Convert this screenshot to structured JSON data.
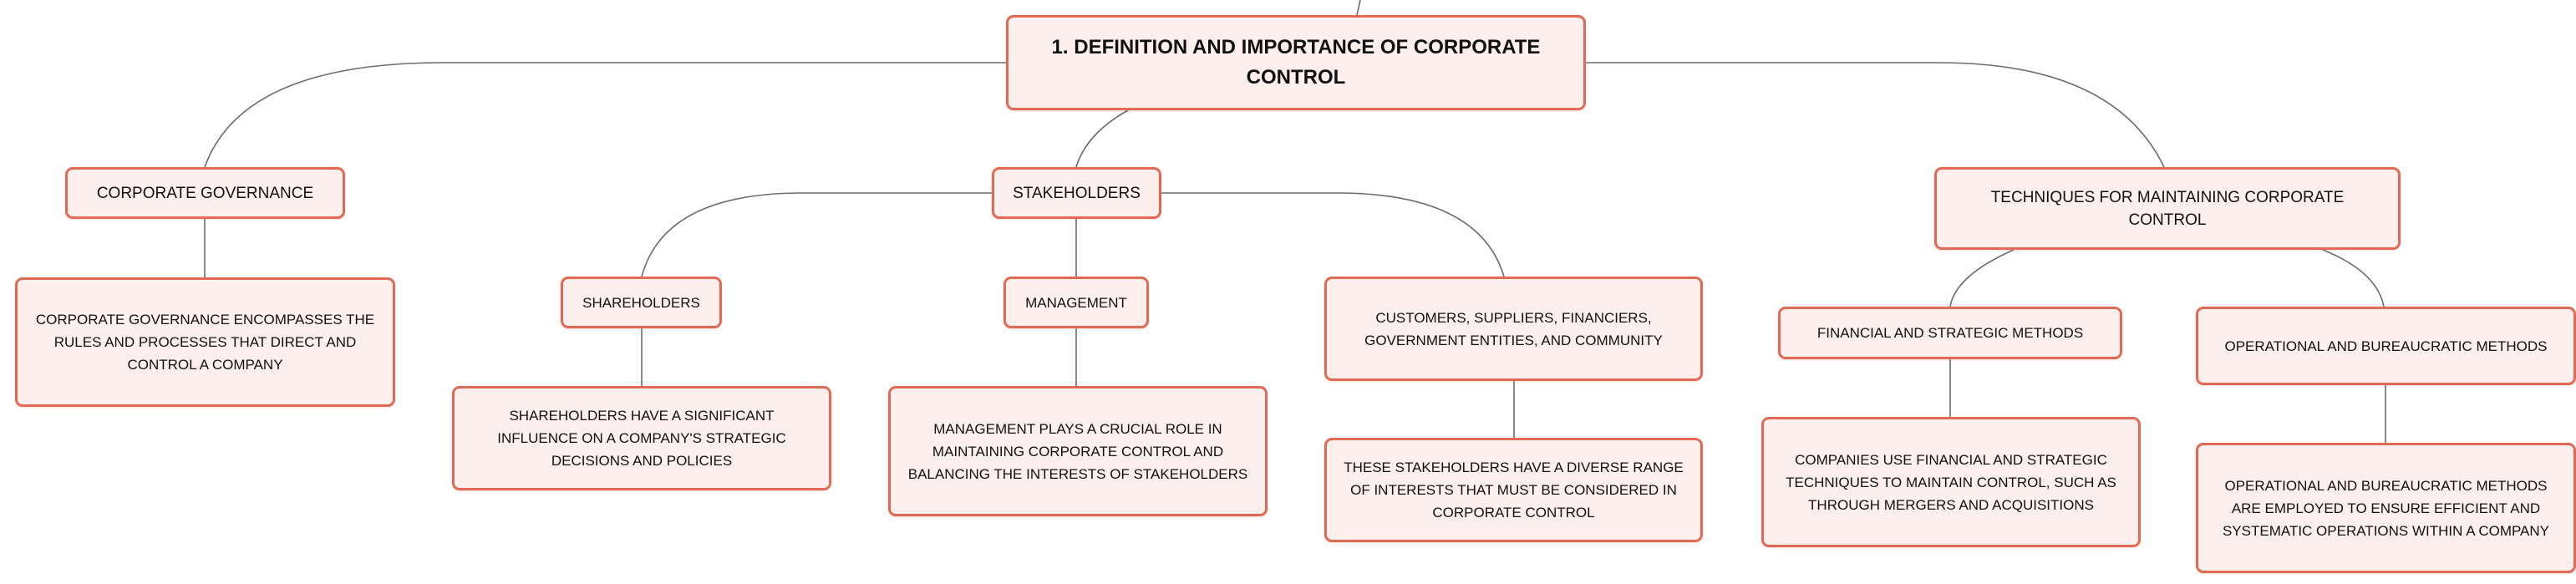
{
  "root": {
    "label": "1. DEFINITION AND IMPORTANCE OF CORPORATE CONTROL"
  },
  "corporate_governance": {
    "label": "CORPORATE GOVERNANCE",
    "detail": "CORPORATE GOVERNANCE ENCOMPASSES THE RULES AND PROCESSES THAT DIRECT AND CONTROL A COMPANY"
  },
  "stakeholders": {
    "label": "STAKEHOLDERS",
    "shareholders": {
      "label": "SHAREHOLDERS",
      "detail": "SHAREHOLDERS HAVE A SIGNIFICANT INFLUENCE ON A COMPANY'S STRATEGIC DECISIONS AND POLICIES"
    },
    "management": {
      "label": "MANAGEMENT",
      "detail": "MANAGEMENT PLAYS A CRUCIAL ROLE IN MAINTAINING CORPORATE CONTROL AND BALANCING THE INTERESTS OF STAKEHOLDERS"
    },
    "others": {
      "label": "CUSTOMERS, SUPPLIERS, FINANCIERS, GOVERNMENT ENTITIES, AND COMMUNITY",
      "detail": "THESE STAKEHOLDERS HAVE A DIVERSE RANGE OF INTERESTS THAT MUST BE CONSIDERED IN CORPORATE CONTROL"
    }
  },
  "techniques": {
    "label": "TECHNIQUES FOR MAINTAINING CORPORATE CONTROL",
    "financial": {
      "label": "FINANCIAL AND STRATEGIC METHODS",
      "detail": "COMPANIES USE FINANCIAL AND STRATEGIC TECHNIQUES TO MAINTAIN CONTROL, SUCH AS THROUGH MERGERS AND ACQUISITIONS"
    },
    "operational": {
      "label": "OPERATIONAL AND BUREAUCRATIC METHODS",
      "detail": "OPERATIONAL AND BUREAUCRATIC METHODS ARE EMPLOYED TO ENSURE EFFICIENT AND SYSTEMATIC OPERATIONS WITHIN A COMPANY"
    }
  },
  "colors": {
    "node_border": "#e06a55",
    "node_fill": "#fdefec",
    "connector": "#6b6b6b"
  }
}
